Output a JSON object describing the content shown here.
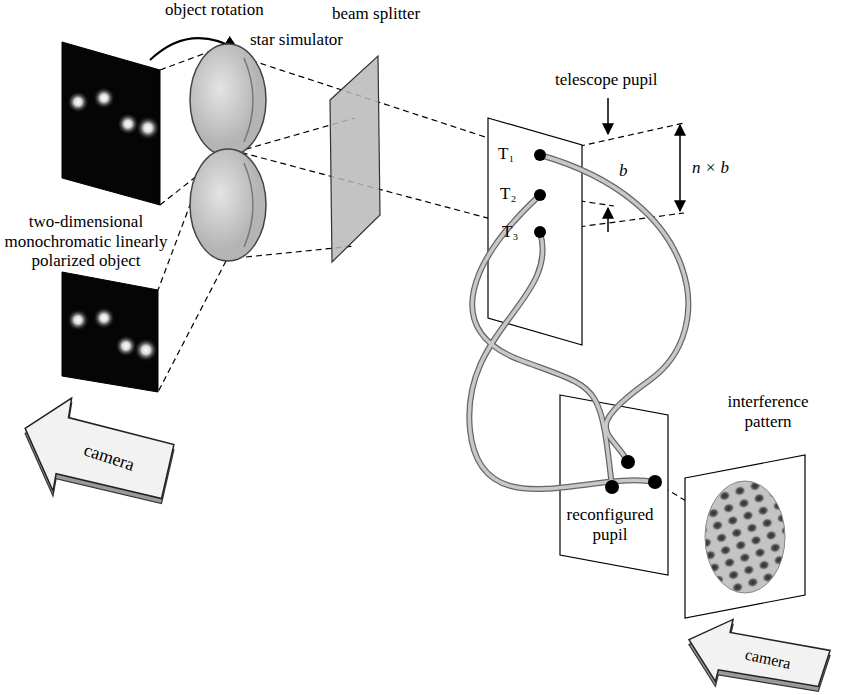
{
  "diagram": {
    "nodes": [
      {
        "text": [
          "camera"
        ]
      },
      {
        "text": [
          "camera"
        ]
      }
    ],
    "labels": [
      "object rotation",
      "star simulator",
      "beam splitter",
      "two-dimensional monochromatic linearly polarized object",
      "telescope pupil",
      "T₁",
      "T₂",
      "T₃",
      "b",
      "n × b",
      "interference pattern",
      "reconfigured pupil"
    ]
  }
}
